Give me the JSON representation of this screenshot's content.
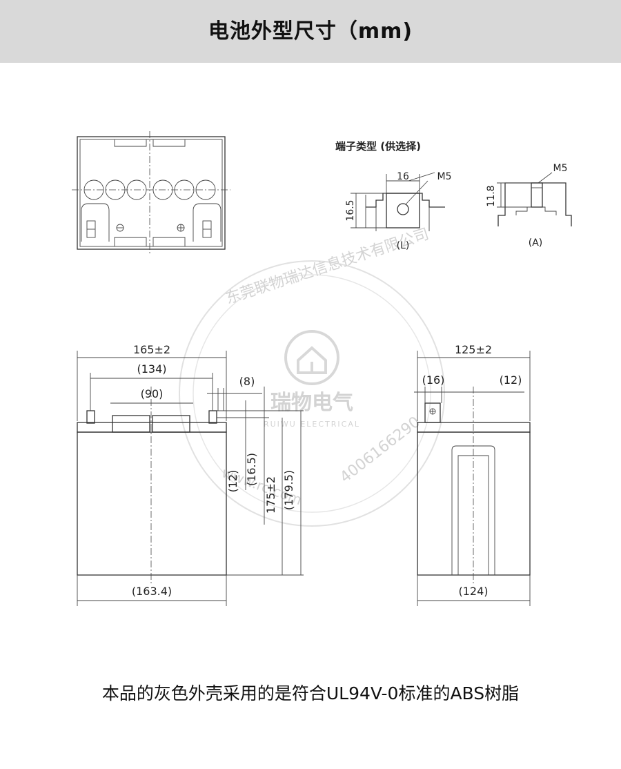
{
  "header": {
    "title": "电池外型尺寸（mm)",
    "bg_color": "#d9d9d9"
  },
  "terminal": {
    "title": "端子类型 (供选择)",
    "type_l": {
      "caption": "(L)",
      "width": "16",
      "height": "16.5",
      "bolt": "M5"
    },
    "type_a": {
      "caption": "(A)",
      "height": "11.8",
      "bolt": "M5"
    }
  },
  "front_view": {
    "overall_width": "165±2",
    "terminal_span": "(134)",
    "inner_span": "(90)",
    "terminal_width": "(8)",
    "terminal_height_12": "(12)",
    "terminal_height_165": "(16.5)",
    "body_height": "175±2",
    "total_height": "(179.5)",
    "bottom_width": "(163.4)"
  },
  "side_view": {
    "overall_width": "125±2",
    "terminal_offset": "(16)",
    "terminal_offset_right": "(12)",
    "bottom_width": "(124)"
  },
  "watermark": {
    "company": "东莞联物瑞达信息技术有限公司",
    "brand": "瑞物电气",
    "brand_en": "RUIWU ELECTRICAL",
    "phone": "4006166290",
    "web": "www.rc.com"
  },
  "footer": {
    "note": "本品的灰色外壳采用的是符合UL94V-0标准的ABS树脂"
  }
}
